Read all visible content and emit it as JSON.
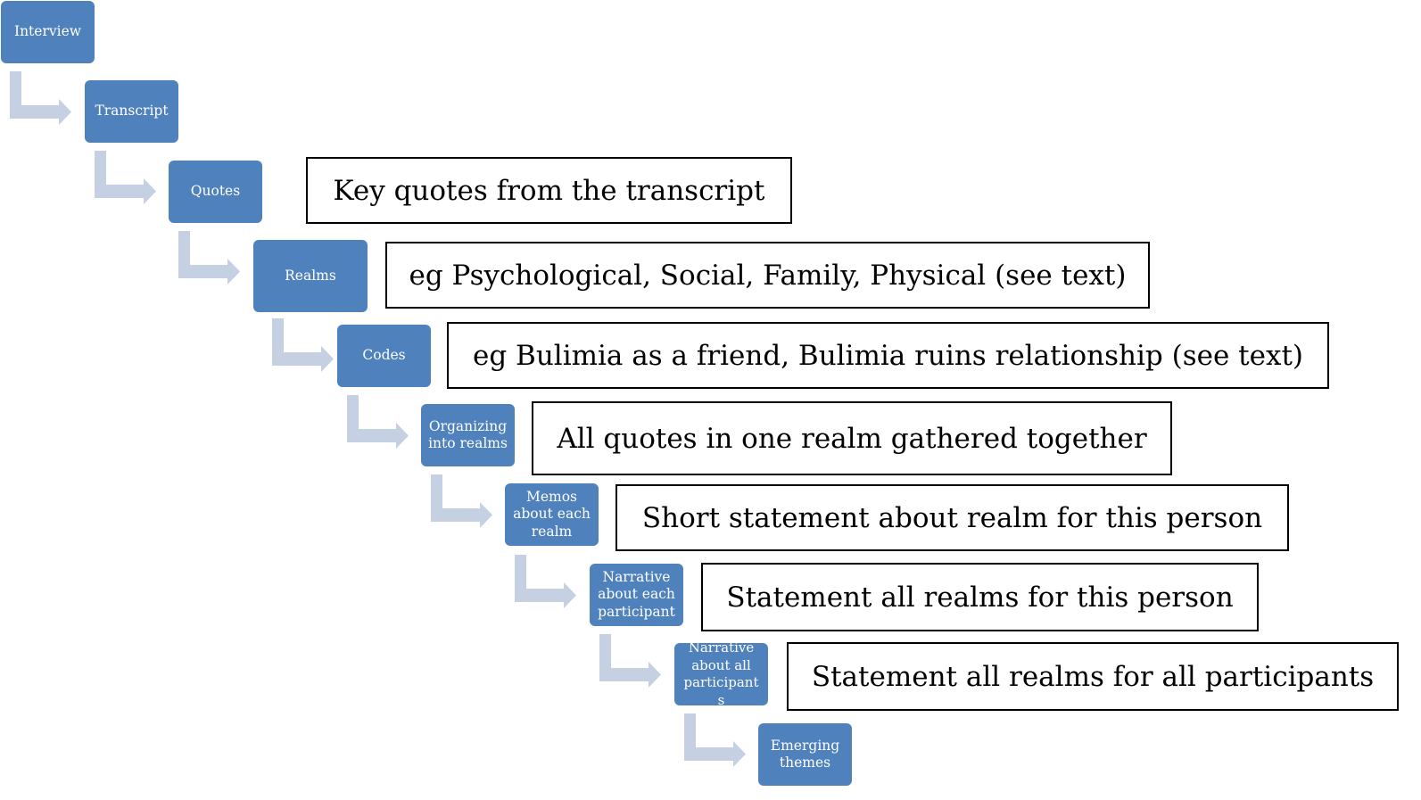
{
  "colors": {
    "step_fill": "#4f81bd",
    "step_text": "#ffffff",
    "connector": "#c5d0e3",
    "note_border": "#000000",
    "note_text": "#000000"
  },
  "steps": [
    {
      "label": "Interview"
    },
    {
      "label": "Transcript"
    },
    {
      "label": "Quotes",
      "note": "Key quotes from the transcript"
    },
    {
      "label": "Realms",
      "note": "eg Psychological, Social, Family, Physical (see text)"
    },
    {
      "label": "Codes",
      "note": "eg Bulimia as a friend, Bulimia ruins relationship (see text)"
    },
    {
      "label": "Organizing\ninto  realms",
      "note": "All quotes in one realm gathered together"
    },
    {
      "label": "Memos\nabout each\nrealm",
      "note": "Short statement about realm for this person"
    },
    {
      "label": "Narrative\nabout each\nparticipant",
      "note": "Statement all realms for this person"
    },
    {
      "label": "Narrative\nabout all\nparticipant\ns",
      "note": "Statement all realms for all participants"
    },
    {
      "label": "Emerging\nthemes"
    }
  ]
}
